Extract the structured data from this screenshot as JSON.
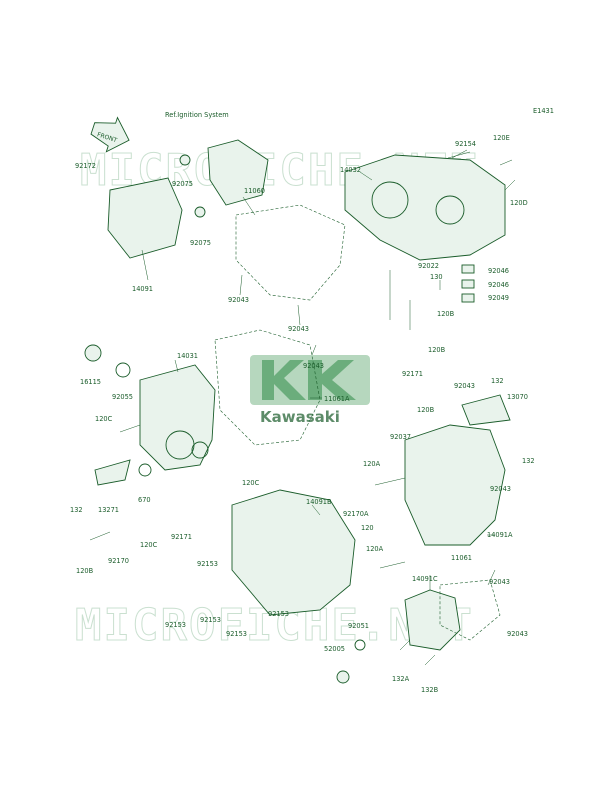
{
  "diagram": {
    "code": "E1431",
    "ref_note": "Ref.Ignition System",
    "front_label": "FRONT",
    "brand": "Kawasaki",
    "watermark": "MICROFICHE.NET",
    "colors": {
      "line": "#1a5c2a",
      "fill": "#e9f3ec",
      "watermark": "#9fc7aa",
      "logo": "#2e8b45"
    },
    "labels": {
      "l92154": "92154",
      "l120E": "120E",
      "l14032": "14032",
      "l120D": "120D",
      "l11060": "11060",
      "l92172": "92172",
      "l92075a": "92075",
      "l92075b": "92075",
      "l14091": "14091",
      "l92043a": "92043",
      "l92022": "92022",
      "l130": "130",
      "l92046a": "92046",
      "l92046b": "92046",
      "l92049": "92049",
      "l120B_a": "120B",
      "l92043b": "92043",
      "l120B_b": "120B",
      "l14031": "14031",
      "l16115": "16115",
      "l92055": "92055",
      "l92043c": "92043",
      "l11061A": "11061A",
      "l92171a": "92171",
      "l120C_a": "120C",
      "l120B_c": "120B",
      "l92037": "92037",
      "l92043d": "92043",
      "l132a": "132",
      "l13070": "13070",
      "l670": "670",
      "l132b": "132",
      "l120A_a": "120A",
      "l120C_b": "120C",
      "l132c": "132",
      "l13271": "13271",
      "l92043e": "92043",
      "l14091B": "14091B",
      "l92170A": "92170A",
      "l120": "120",
      "l92171b": "92171",
      "l120C_c": "120C",
      "l92170": "92170",
      "l14091A": "14091A",
      "l120B_d": "120B",
      "l92153a": "92153",
      "l120A_b": "120A",
      "l11061": "11061",
      "l92043f": "92043",
      "l14091C": "14091C",
      "l92153b": "92153",
      "l92153c": "92153",
      "l92153d": "92153",
      "l92153e": "92153",
      "l92051": "92051",
      "l92043g": "92043",
      "l52005": "52005",
      "l132A": "132A",
      "l132B": "132B"
    }
  }
}
